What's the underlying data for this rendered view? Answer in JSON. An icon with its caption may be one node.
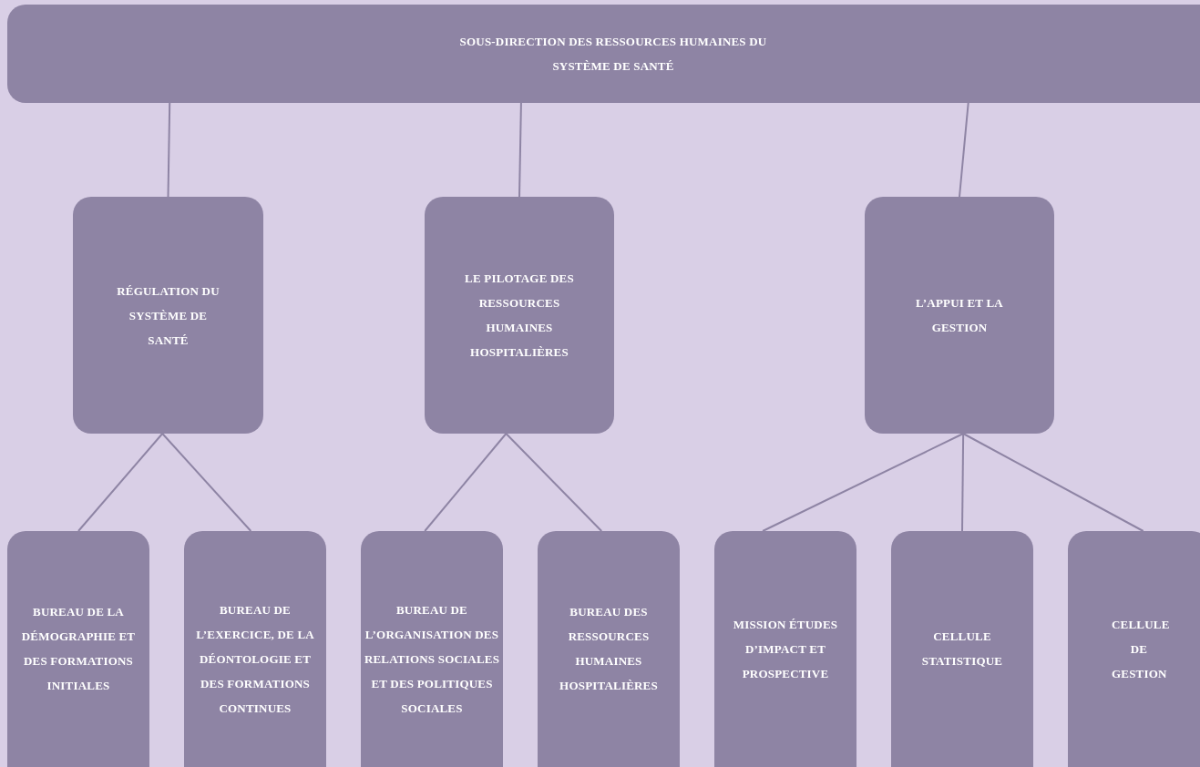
{
  "diagram": {
    "nodes": [
      {
        "text": [
          "SOUS-DIRECTION DES RESSOURCES HUMAINES DU SYSTÈME DE SANTÉ"
        ]
      },
      {
        "text": [
          "RÉGULATION DU SYSTÈME DE SANTÉ"
        ]
      },
      {
        "text": [
          "LE PILOTAGE DES RESSOURCES HUMAINES HOSPITALIÈRES"
        ]
      },
      {
        "text": [
          "L’APPUI ET LA GESTION"
        ]
      },
      {
        "text": [
          "BUREAU DE LA DÉMOGRAPHIE ET DES FORMATIONS INITIALES"
        ]
      },
      {
        "text": [
          "BUREAU DE L’EXERCICE, DE LA DÉONTOLOGIE ET DES FORMATIONS CONTINUES"
        ]
      },
      {
        "text": [
          "BUREAU DE L’ORGANISATION DES RELATIONS SOCIALES ET DES POLITIQUES SOCIALES"
        ]
      },
      {
        "text": [
          "BUREAU DES RESSOURCES HUMAINES HOSPITALIÈRES"
        ]
      },
      {
        "text": [
          "MISSION ÉTUDES D’IMPACT ET PROSPECTIVE"
        ]
      },
      {
        "text": [
          "CELLULE STATISTIQUE"
        ]
      },
      {
        "text": [
          "CELLULE DE GESTION"
        ]
      }
    ],
    "edges": [
      {
        "from": 0,
        "to": 1,
        "arrow": "none"
      },
      {
        "from": 0,
        "to": 2,
        "arrow": "none"
      },
      {
        "from": 0,
        "to": 3,
        "arrow": "none"
      },
      {
        "from": 1,
        "to": 4,
        "arrow": "none"
      },
      {
        "from": 1,
        "to": 5,
        "arrow": "none"
      },
      {
        "from": 2,
        "to": 6,
        "arrow": "none"
      },
      {
        "from": 2,
        "to": 7,
        "arrow": "none"
      },
      {
        "from": 3,
        "to": 8,
        "arrow": "none"
      },
      {
        "from": 3,
        "to": 9,
        "arrow": "none"
      },
      {
        "from": 3,
        "to": 10,
        "arrow": "none"
      }
    ]
  }
}
